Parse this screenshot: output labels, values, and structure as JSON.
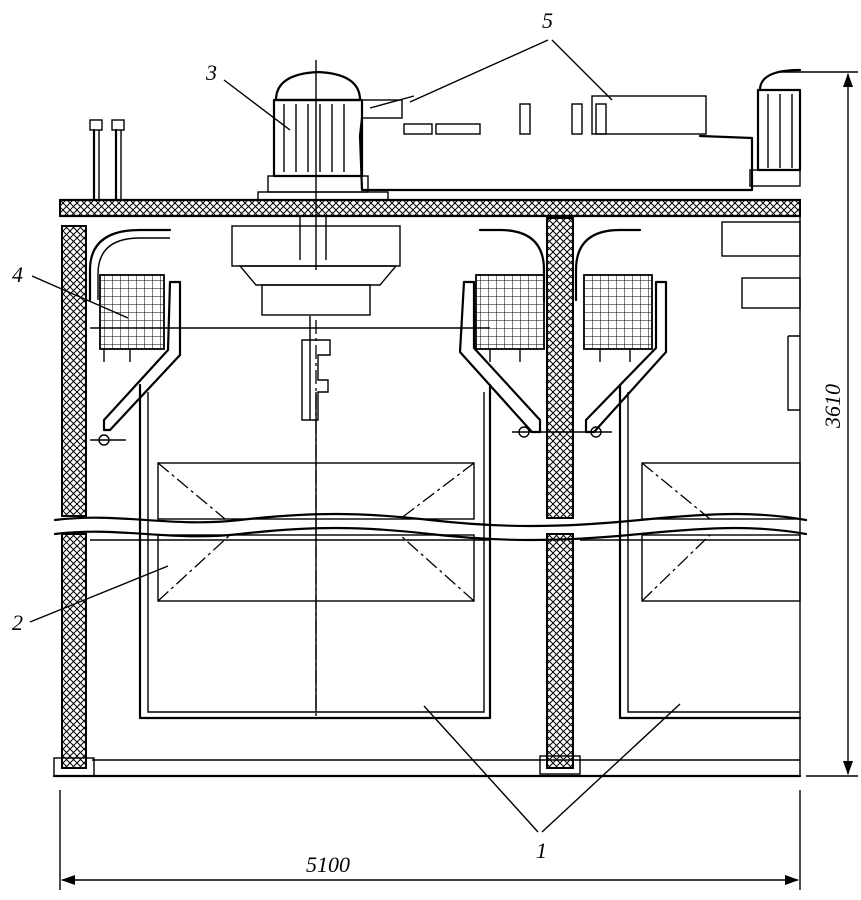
{
  "drawing": {
    "labels": {
      "l1": "1",
      "l2": "2",
      "l3": "3",
      "l4": "4",
      "l5": "5"
    },
    "dimensions": {
      "width": "5100",
      "height": "3610"
    }
  }
}
